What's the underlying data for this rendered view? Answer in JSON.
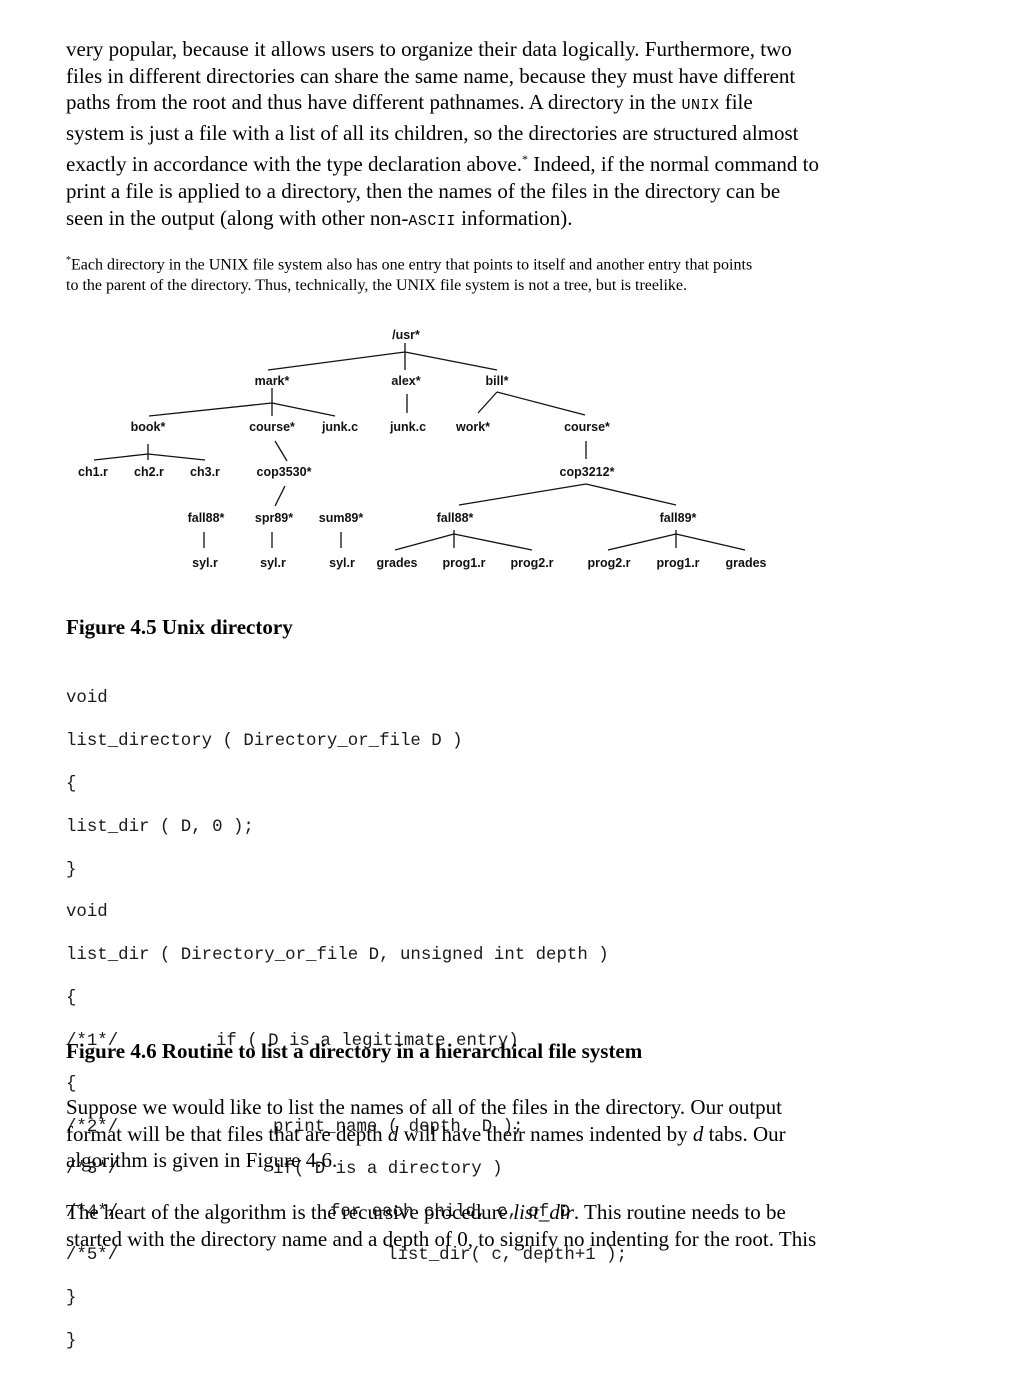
{
  "intro_paragraph": {
    "line_1": "very popular, because it allows users to organize their data logically. Furthermore, two",
    "line_2": "files in different directories can share the same name, because they must have different",
    "line_3a": "paths from the root and thus have different pathnames. A directory in the ",
    "unix_1": "UNIX",
    "line_3b": " file",
    "line_4": "system is just a file with a list of all its children, so the directories are structured almost",
    "line_5a": "exactly in accordance with the type declaration above.",
    "footnote_mark": "*",
    "line_5b": " Indeed, if the normal command to",
    "line_6": "print a file is applied to a directory, then the names of the files in the directory can be",
    "line_7a": "seen in the output (along with other non-",
    "ascii": "ASCII",
    "line_7b": " information)."
  },
  "footnote": {
    "mark": "*",
    "line_1": "Each directory in the UNIX file system also has one entry that points to itself and another entry that points",
    "line_2": "to the parent of the directory. Thus, technically, the UNIX file system is not a tree, but is treelike."
  },
  "tree": {
    "usr": "/usr*",
    "mark": "mark*",
    "alex": "alex*",
    "bill": "bill*",
    "book": "book*",
    "course_mark": "course*",
    "junk_c_mark": "junk.c",
    "junk_c_alex": "junk.c",
    "work": "work*",
    "course_bill": "course*",
    "ch1": "ch1.r",
    "ch2": "ch2.r",
    "ch3": "ch3.r",
    "cop3530": "cop3530*",
    "cop3212": "cop3212*",
    "fall88_a": "fall88*",
    "spr89": "spr89*",
    "sum89": "sum89*",
    "fall88_b": "fall88*",
    "fall89": "fall89*",
    "syl_1": "syl.r",
    "syl_2": "syl.r",
    "syl_3": "syl.r",
    "grades_1": "grades",
    "prog1_1": "prog1.r",
    "prog2_1": "prog2.r",
    "prog2_2": "prog2.r",
    "prog1_2": "prog1.r",
    "grades_2": "grades"
  },
  "figure_4_5_caption": "Figure 4.5 Unix directory",
  "code": {
    "l1": "void",
    "l2": "list_directory ( Directory_or_file D )",
    "l3": "{",
    "l4": "list_dir ( D, 0 );",
    "l5": "}",
    "l6": "void",
    "l7": "list_dir ( Directory_or_file D, unsigned int depth )",
    "l8": "{",
    "l9_num": "/*1*/",
    "l9": "if ( D is a legitimate entry)",
    "l10": "{",
    "l11_num": "/*2*/",
    "l11": "print_name ( depth, D );",
    "l12_num": "/*3*/",
    "l12": "if( D is a directory )",
    "l13_num": "/*4*/",
    "l13": "for each child, c, of D",
    "l14_num": "/*5*/",
    "l14": "list_dir( c, depth+1 );",
    "l15": "}",
    "l16": "}"
  },
  "figure_4_6_caption": "Figure 4.6 Routine to list a directory in a hierarchical file system",
  "paragraph_2": {
    "line_1": "Suppose we would like to list the names of all of the files in the directory. Our output",
    "line_2a": "format will be that files that are depth ",
    "d1": "d",
    "line_2b": " will have their names indented by ",
    "d2": "d",
    "line_2c": " tabs. Our",
    "line_3": "algorithm is given in Figure 4.6."
  },
  "paragraph_3": {
    "line_1a": "The heart of the algorithm is the recursive procedure ",
    "proc": "list_dir",
    "line_1b": ". This routine needs to be",
    "line_2": "started with the directory name and a depth of 0, to signify no indenting for the root. This"
  }
}
